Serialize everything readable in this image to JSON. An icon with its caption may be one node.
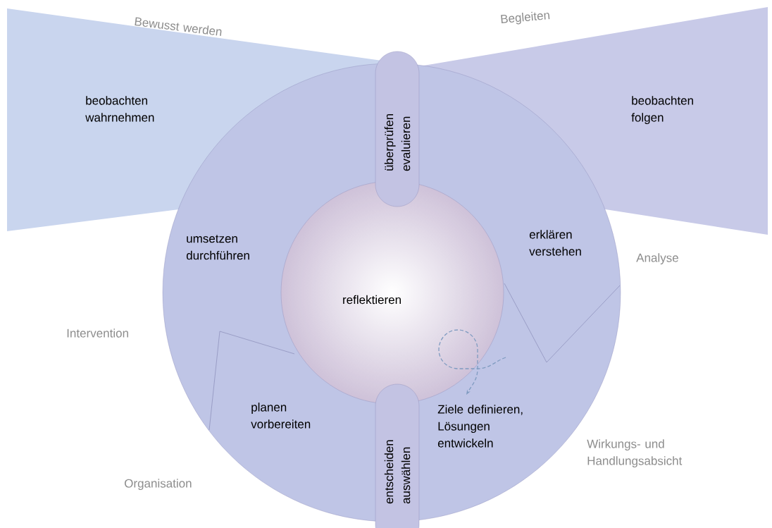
{
  "diagram": {
    "nodes": [
      {
        "text": [
          "Bewusst werden",
          "beobachten wahrnehmen"
        ]
      },
      {
        "text": [
          "Begleiten",
          "beobachten folgen"
        ]
      },
      {
        "text": [
          "umsetzen durchführen",
          "erklären verstehen",
          "planen vorbereiten",
          "Ziele definieren, Lösungen entwickeln"
        ]
      },
      {
        "text": [
          "reflektieren"
        ],
        "in": 2
      },
      {
        "text": [
          "überprüfen evaluieren"
        ]
      },
      {
        "text": [
          "entscheiden auswählen"
        ]
      }
    ],
    "labels": [
      "Analyse",
      "Intervention",
      "Wirkungs- und Handlungsabsicht",
      "Organisation"
    ]
  }
}
